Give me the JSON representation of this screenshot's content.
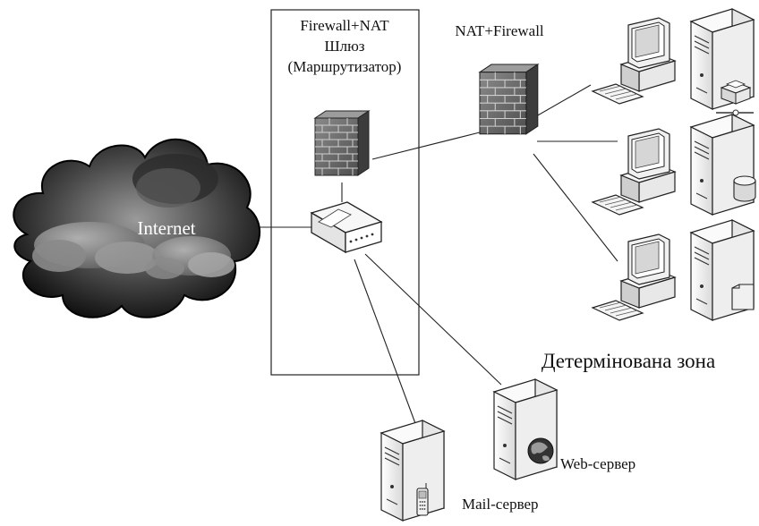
{
  "cloud": {
    "label": "Internet"
  },
  "gateway_box": {
    "line1": "Firewall+NAT",
    "line2": "Шлюз",
    "line3": "(Маршрутизатор)"
  },
  "inner_firewall": {
    "label": "NAT+Firewall"
  },
  "dmz": {
    "label": "Детермінована зона"
  },
  "servers": {
    "web": "Web-сервер",
    "mail": "Mail-сервер"
  },
  "icons": {
    "cloud": "cloud-icon",
    "firewall": "firewall-brick-icon",
    "router": "router-icon",
    "workstation": "desktop-computer-icon",
    "server": "tower-server-icon",
    "printer": "printer-icon",
    "database": "database-icon",
    "document": "document-icon",
    "globe": "globe-icon",
    "phone": "mobile-phone-icon"
  },
  "colors": {
    "line": "#222222",
    "cloud_dark": "#1a1a1a",
    "cloud_light": "#8f8f8f",
    "brick": "#6a6a6a",
    "device_fill": "#f2f2f2"
  }
}
